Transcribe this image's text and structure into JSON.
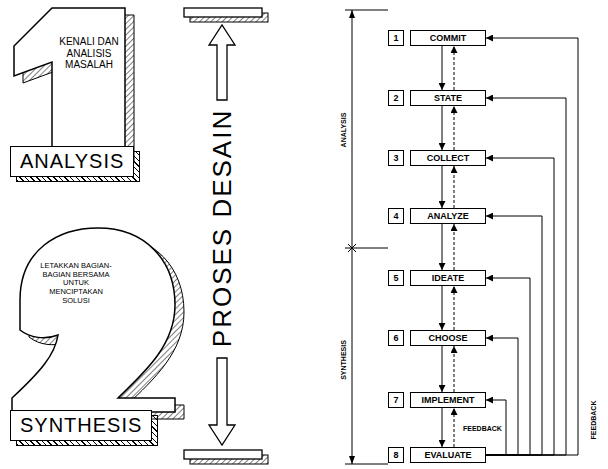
{
  "diagram": {
    "nodes": [
      {
        "text": [
          "KENALI DAN ANALISIS MASALAH"
        ]
      },
      {
        "text": [
          "ANALYSIS"
        ]
      },
      {
        "text": [
          "LETAKKAN BAGIAN-BAGIAN BERSAMA UNTUK MENCIPTAKAN SOLUSI"
        ]
      },
      {
        "text": [
          "SYNTHESIS"
        ]
      },
      {
        "text": [
          "1"
        ]
      },
      {
        "text": [
          "COMMIT"
        ]
      },
      {
        "text": [
          "2"
        ]
      },
      {
        "text": [
          "STATE"
        ]
      },
      {
        "text": [
          "3"
        ]
      },
      {
        "text": [
          "COLLECT"
        ]
      },
      {
        "text": [
          "4"
        ]
      },
      {
        "text": [
          "ANALYZE"
        ]
      },
      {
        "text": [
          "5"
        ]
      },
      {
        "text": [
          "IDEATE"
        ]
      },
      {
        "text": [
          "6"
        ]
      },
      {
        "text": [
          "CHOOSE"
        ]
      },
      {
        "text": [
          "7"
        ]
      },
      {
        "text": [
          "IMPLEMENT"
        ]
      },
      {
        "text": [
          "8"
        ]
      },
      {
        "text": [
          "EVALUATE"
        ]
      }
    ],
    "edges": [
      {
        "from": 5,
        "to": 7,
        "arrow": "to"
      },
      {
        "from": 7,
        "to": 9,
        "arrow": "to"
      },
      {
        "from": 9,
        "to": 11,
        "arrow": "to"
      },
      {
        "from": 11,
        "to": 13,
        "arrow": "to"
      },
      {
        "from": 13,
        "to": 15,
        "arrow": "to"
      },
      {
        "from": 15,
        "to": 17,
        "arrow": "to"
      },
      {
        "from": 17,
        "to": 19,
        "arrow": "to"
      },
      {
        "from": 7,
        "to": 5,
        "arrow": "to"
      },
      {
        "from": 9,
        "to": 7,
        "arrow": "to"
      },
      {
        "from": 11,
        "to": 9,
        "arrow": "to"
      },
      {
        "from": 13,
        "to": 11,
        "arrow": "to"
      },
      {
        "from": 15,
        "to": 13,
        "arrow": "to"
      },
      {
        "from": 17,
        "to": 15,
        "arrow": "to"
      },
      {
        "from": 19,
        "to": 17,
        "label": "FEEDBACK",
        "arrow": "to"
      },
      {
        "from": 19,
        "to": 5,
        "arrow": "to"
      },
      {
        "from": 19,
        "to": 7,
        "arrow": "to"
      },
      {
        "from": 19,
        "to": 9,
        "arrow": "to"
      },
      {
        "from": 19,
        "to": 11,
        "arrow": "to"
      },
      {
        "from": 19,
        "to": 13,
        "arrow": "to"
      },
      {
        "from": 19,
        "to": 15,
        "arrow": "to"
      },
      {
        "from": 19,
        "to": 17,
        "arrow": "to"
      }
    ],
    "labels": [
      "PROSES DESAIN",
      "ANALYSIS",
      "SYNTHESIS",
      "FEEDBACK"
    ]
  }
}
